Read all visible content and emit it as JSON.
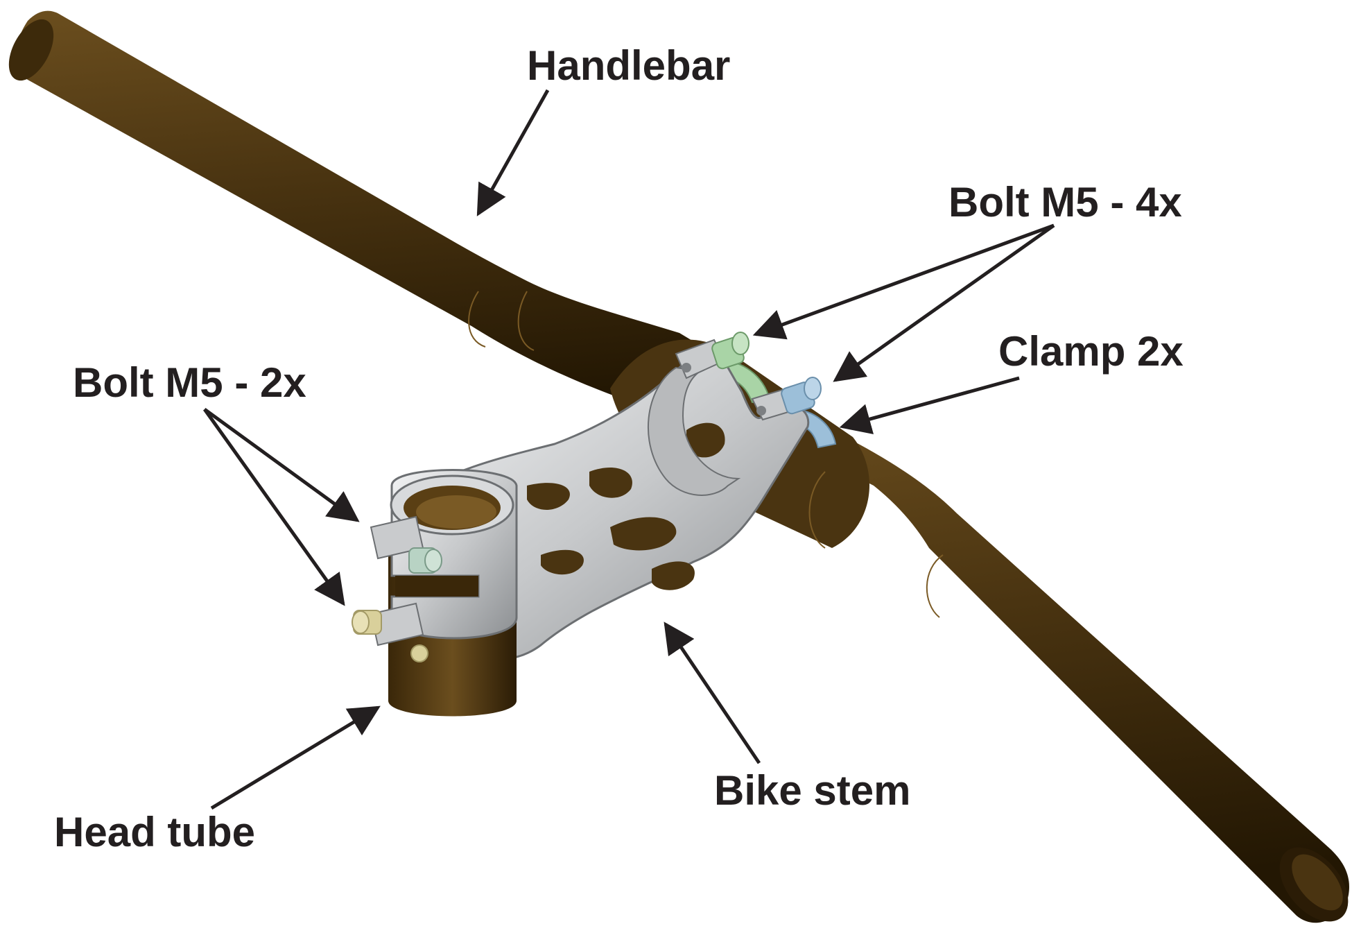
{
  "labels": {
    "handlebar": "Handlebar",
    "bolt_m5_4x": "Bolt M5 - 4x",
    "clamp_2x": "Clamp 2x",
    "bolt_m5_2x": "Bolt M5 - 2x",
    "bike_stem": "Bike stem",
    "head_tube": "Head tube"
  },
  "colors": {
    "handlebar": "#4a3411",
    "handlebar_dark": "#2b1c06",
    "handlebar_light": "#6b4e1e",
    "stem": "#c9cbcd",
    "stem_dark": "#8e9194",
    "bolt_green": "#a9d4a6",
    "bolt_blue": "#9cbfd9",
    "bolt_tan": "#d9d09b",
    "text": "#231f20"
  }
}
